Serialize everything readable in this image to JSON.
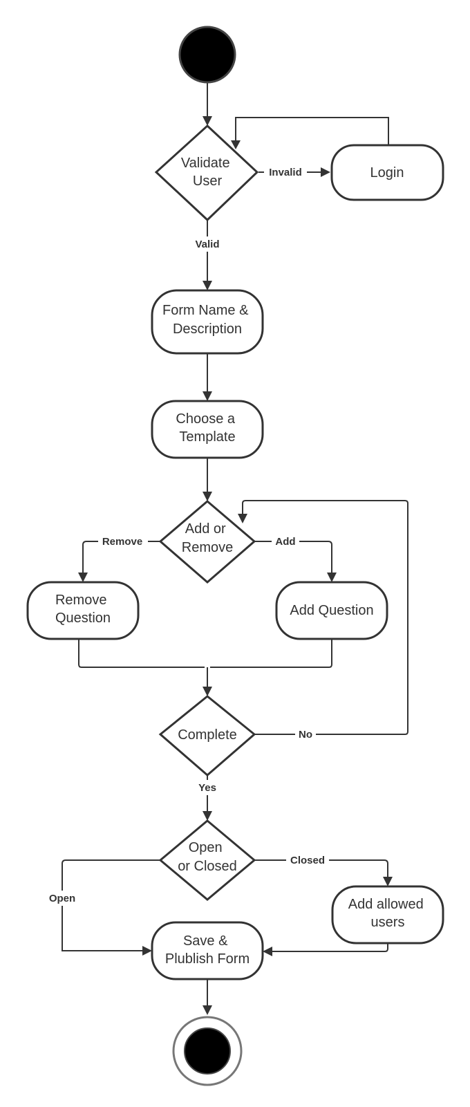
{
  "diagram": {
    "nodes": {
      "validate_user": [
        "Validate",
        "User"
      ],
      "login": [
        "Login"
      ],
      "form_name": [
        "Form Name &",
        "Description"
      ],
      "choose_template": [
        "Choose a",
        "Template"
      ],
      "add_or_remove": [
        "Add or",
        "Remove"
      ],
      "remove_question": [
        "Remove",
        "Question"
      ],
      "add_question": [
        "Add Question"
      ],
      "complete": [
        "Complete"
      ],
      "open_or_closed": [
        "Open",
        "or Closed"
      ],
      "add_allowed_users": [
        "Add allowed",
        "users"
      ],
      "save_publish": [
        "Save &",
        "Plublish Form"
      ]
    },
    "edge_labels": {
      "invalid": "Invalid",
      "valid": "Valid",
      "remove": "Remove",
      "add": "Add",
      "no": "No",
      "yes": "Yes",
      "open": "Open",
      "closed": "Closed"
    }
  }
}
